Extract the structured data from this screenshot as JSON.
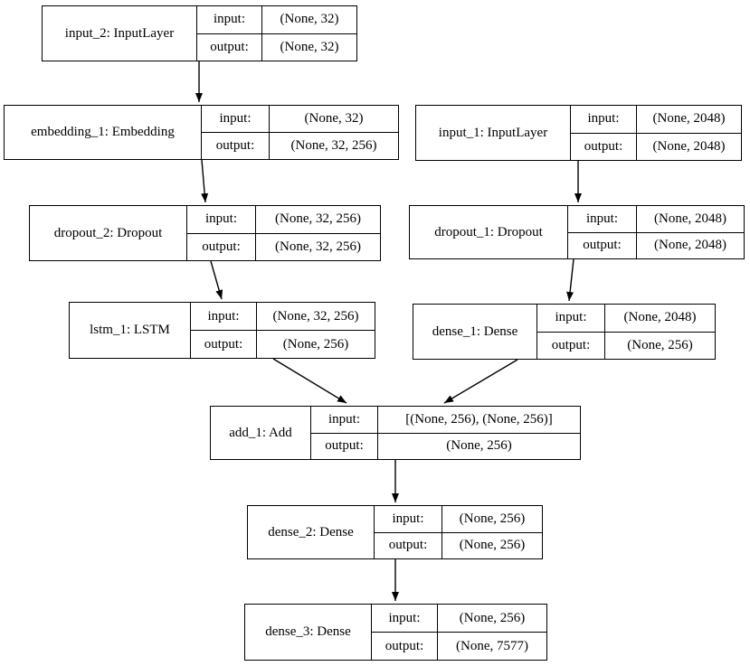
{
  "diagram_type": "keras-model-architecture",
  "colors": {
    "background": "#ffffff",
    "stroke": "#000000",
    "text": "#000000"
  },
  "labels": {
    "input": "input:",
    "output": "output:"
  },
  "nodes": {
    "input_2": {
      "label": "input_2: InputLayer",
      "input_shape": "(None, 32)",
      "output_shape": "(None, 32)"
    },
    "embedding_1": {
      "label": "embedding_1: Embedding",
      "input_shape": "(None, 32)",
      "output_shape": "(None, 32, 256)"
    },
    "dropout_2": {
      "label": "dropout_2: Dropout",
      "input_shape": "(None, 32, 256)",
      "output_shape": "(None, 32, 256)"
    },
    "lstm_1": {
      "label": "lstm_1: LSTM",
      "input_shape": "(None, 32, 256)",
      "output_shape": "(None, 256)"
    },
    "input_1": {
      "label": "input_1: InputLayer",
      "input_shape": "(None, 2048)",
      "output_shape": "(None, 2048)"
    },
    "dropout_1": {
      "label": "dropout_1: Dropout",
      "input_shape": "(None, 2048)",
      "output_shape": "(None, 2048)"
    },
    "dense_1": {
      "label": "dense_1: Dense",
      "input_shape": "(None, 2048)",
      "output_shape": "(None, 256)"
    },
    "add_1": {
      "label": "add_1: Add",
      "input_shape": "[(None, 256), (None, 256)]",
      "output_shape": "(None, 256)"
    },
    "dense_2": {
      "label": "dense_2: Dense",
      "input_shape": "(None, 256)",
      "output_shape": "(None, 256)"
    },
    "dense_3": {
      "label": "dense_3: Dense",
      "input_shape": "(None, 256)",
      "output_shape": "(None, 7577)"
    }
  },
  "edges": [
    {
      "from": "input_2",
      "to": "embedding_1"
    },
    {
      "from": "embedding_1",
      "to": "dropout_2"
    },
    {
      "from": "dropout_2",
      "to": "lstm_1"
    },
    {
      "from": "input_1",
      "to": "dropout_1"
    },
    {
      "from": "dropout_1",
      "to": "dense_1"
    },
    {
      "from": "lstm_1",
      "to": "add_1"
    },
    {
      "from": "dense_1",
      "to": "add_1"
    },
    {
      "from": "add_1",
      "to": "dense_2"
    },
    {
      "from": "dense_2",
      "to": "dense_3"
    }
  ]
}
